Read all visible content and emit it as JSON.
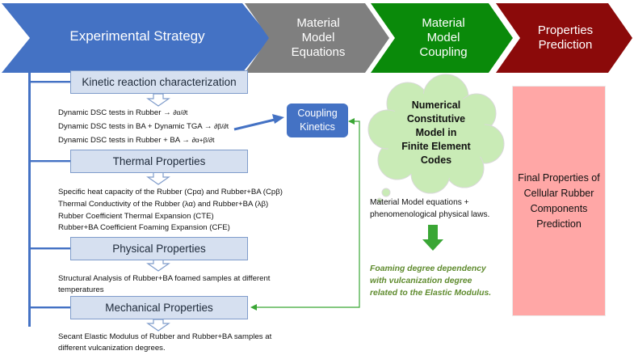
{
  "chevrons": [
    {
      "label": "Experimental Strategy",
      "color": "#4472c4"
    },
    {
      "label": "Material\nModel\nEquations",
      "color": "#7f7f7f"
    },
    {
      "label": "Material\nModel\nCoupling",
      "color": "#0a8a0a"
    },
    {
      "label": "Properties\nPrediction",
      "color": "#8b0a0a"
    }
  ],
  "sections": [
    {
      "title": "Kinetic reaction characterization",
      "lines": [
        "Dynamic DSC tests in Rubber →",
        "Dynamic DSC tests in BA + Dynamic TGA →",
        "Dynamic DSC tests in Rubber + BA →"
      ],
      "derivatives": [
        "∂α/∂t",
        "∂β/∂t",
        "∂α+β/∂t"
      ]
    },
    {
      "title": "Thermal Properties",
      "lines": [
        "Specific heat capacity  of the Rubber (Cpα) and Rubber+BA (Cpβ)",
        "Thermal Conductivity of the Rubber (λα) and Rubber+BA (λβ)",
        "Rubber Coefficient Thermal Expansion (CTE)",
        "Rubber+BA Coefficient Foaming  Expansion (CFE)"
      ]
    },
    {
      "title": "Physical Properties",
      "text": "Structural Analysis of Rubber+BA foamed samples at different temperatures"
    },
    {
      "title": "Mechanical Properties",
      "text": "Secant Elastic Modulus of Rubber and Rubber+BA samples at different vulcanization degrees."
    }
  ],
  "coupling_box": "Coupling\nKinetics",
  "cloud": "Numerical\nConstitutive\nModel in\nFinite Element\nCodes",
  "model_note": "Material Model equations + phenomenological physical laws.",
  "green_note": "Foaming degree dependency\nwith vulcanization degree\nrelated to the Elastic Modulus.",
  "final_box": "Final Properties of\nCellular Rubber\nComponents\nPrediction",
  "colors": {
    "accent_blue": "#4472c4",
    "section_fill": "#d6e0f0",
    "arrow_green": "#3aa635",
    "final_fill": "#ffa7a6",
    "cloud_fill": "#c9ebb6",
    "note_green": "#5f8b2e"
  }
}
